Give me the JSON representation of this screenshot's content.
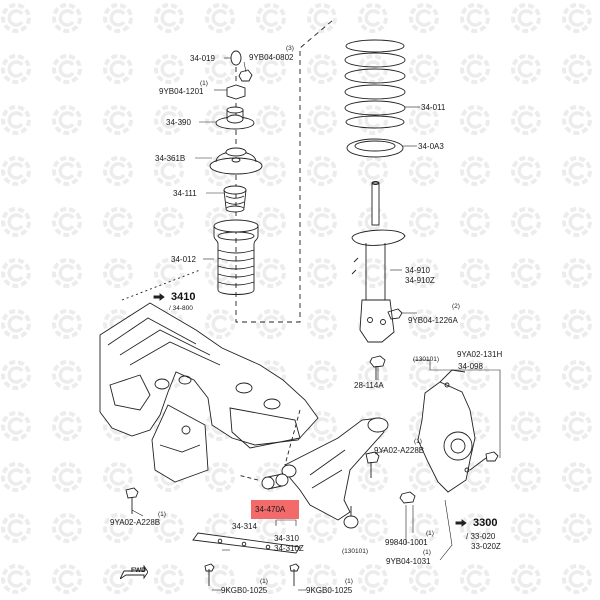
{
  "labels": {
    "p34_019": "34-019",
    "p9yb04_0802_q": "(3)",
    "p9yb04_0802": "9YB04-0802",
    "p9yb04_1201_q": "(1)",
    "p9yb04_1201": "9YB04-1201",
    "p34_390": "34-390",
    "p34_361b": "34-361B",
    "p34_111": "34-111",
    "p34_012": "34-012",
    "p34_011": "34-011",
    "p34_0a3": "34-0A3",
    "p34_910": "34-910",
    "p34_910z": "34-910Z",
    "p9yb04_1226a_q": "(2)",
    "p9yb04_1226a": "9YB04-1226A",
    "g3410": "3410",
    "g3410_sub": "/ 34-800",
    "p130101_a": "(130101)",
    "p9ya02_131h": "9YA02-131H",
    "p34_098": "34-098",
    "p28_114a": "28-114A",
    "p9ya02_a228b_q": "(1)",
    "p9ya02_a228b": "9YA02-A228B",
    "p9ya02_a228b_left_q": "(1)",
    "p9ya02_a228b_left": "9YA02-A228B",
    "p34_470a": "34-470A",
    "p34_314": "34-314",
    "p34_310": "34-310",
    "p34_310z": "34-310Z",
    "p99840_1001_q": "(1)",
    "p99840_1001": "99840-1001",
    "p130101_b": "(130101)",
    "p9yb04_1031_q": "(1)",
    "p9yb04_1031": "9YB04-1031",
    "g3300": "3300",
    "g3300_sub1": "/ 33-020",
    "g3300_sub2": "33-020Z",
    "p9kgb0_1025_a_q": "(1)",
    "p9kgb0_1025_a": "9KGB0-1025",
    "p9kgb0_1025_b_q": "(1)",
    "p9kgb0_1025_b": "9KGB0-1025",
    "fwd": "FWD"
  },
  "highlight_color": "#f26a6a",
  "watermark_color": "#ececec",
  "line_color": "#222222"
}
